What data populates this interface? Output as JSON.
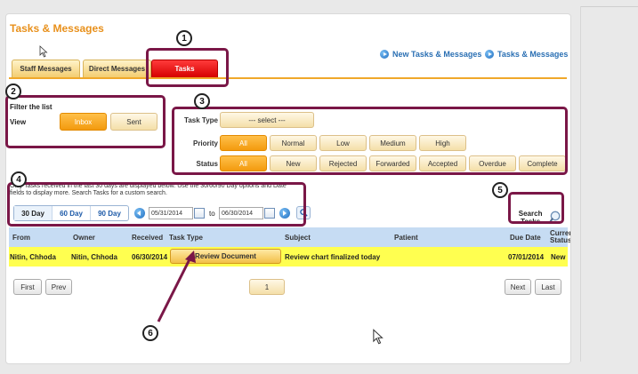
{
  "page": {
    "title": "Tasks & Messages"
  },
  "tabs": [
    {
      "label": "Staff Messages",
      "active": false
    },
    {
      "label": "Direct Messages",
      "active": false
    },
    {
      "label": "Tasks",
      "active": true
    }
  ],
  "header_links": {
    "new": "New Tasks & Messages",
    "view": "Tasks & Messages"
  },
  "filter": {
    "title": "Filter the list",
    "view_label": "View",
    "views": [
      "Inbox",
      "Sent"
    ]
  },
  "task_type": {
    "label": "Task Type",
    "select": "--- select ---"
  },
  "priority": {
    "label": "Priority",
    "options": [
      "All",
      "Normal",
      "Low",
      "Medium",
      "High"
    ]
  },
  "status": {
    "label": "Status",
    "options": [
      "All",
      "New",
      "Rejected",
      "Forwarded",
      "Accepted",
      "Overdue",
      "Complete"
    ]
  },
  "note": "Only Tasks received in the last 30 days are displayed below. Use the 30/60/90 Day options and Date fields to display more. Search Tasks for a custom search.",
  "day_options": [
    "30 Day",
    "60 Day",
    "90 Day"
  ],
  "date_from": "05/31/2014",
  "date_to_label": "to",
  "date_to": "06/30/2014",
  "search_label": "Search Tasks",
  "table": {
    "headers": [
      "From",
      "Owner",
      "Received",
      "Task Type",
      "Subject",
      "Patient",
      "Due Date",
      "Current Status"
    ],
    "rows": [
      {
        "from": "Nitin, Chhoda",
        "owner": "Nitin, Chhoda",
        "received": "06/30/2014",
        "task_type": "Review Document",
        "subject": "Review chart finalized today",
        "patient": "",
        "due_date": "07/01/2014",
        "status": "New"
      }
    ]
  },
  "pagination": {
    "first": "First",
    "prev": "Prev",
    "page": "1",
    "next": "Next",
    "last": "Last"
  },
  "callouts": [
    "1",
    "2",
    "3",
    "4",
    "5",
    "6"
  ],
  "colors": {
    "accent": "#e8901b",
    "active_tab": "#d50000",
    "callout": "#7a1747",
    "row_highlight": "#ffff50",
    "header_bg": "#c6dcf3"
  }
}
